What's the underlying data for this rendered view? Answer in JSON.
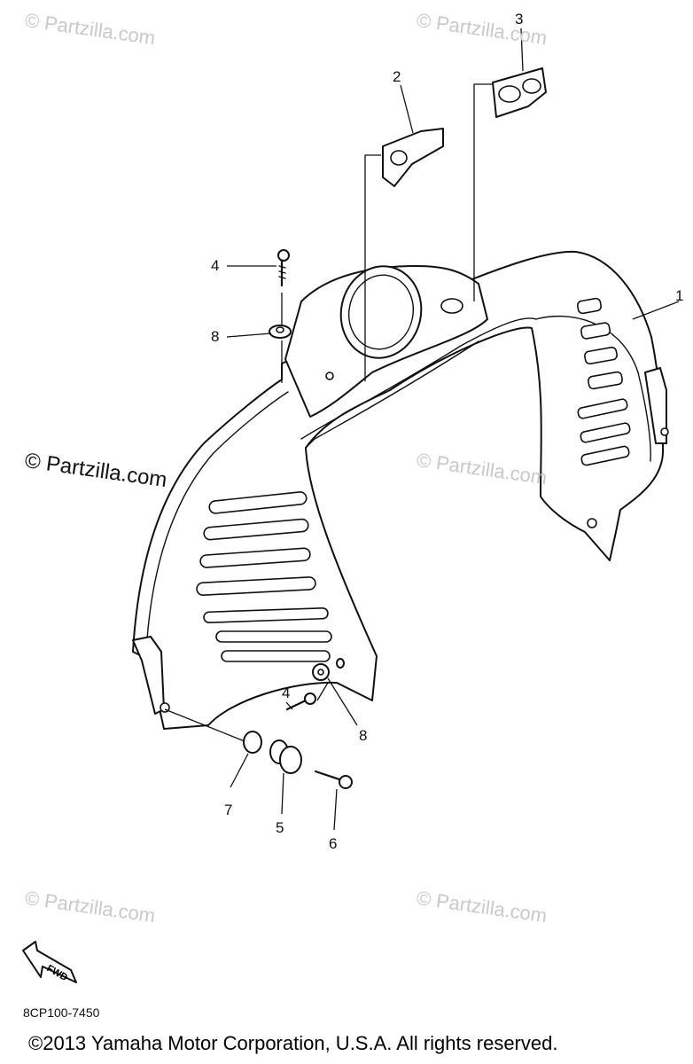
{
  "watermarks": [
    "© Partzilla.com",
    "© Partzilla.com",
    "© Partzilla.com",
    "© Partzilla.com",
    "© Partzilla.com",
    "© Partzilla.com"
  ],
  "callouts": [
    "1",
    "2",
    "3",
    "4",
    "8",
    "4",
    "8",
    "7",
    "5",
    "6"
  ],
  "fwd_label": "FWD",
  "diagram_code": "8CP100-7450",
  "copyright": "©2013 Yamaha Motor Corporation, U.S.A. All rights reserved."
}
